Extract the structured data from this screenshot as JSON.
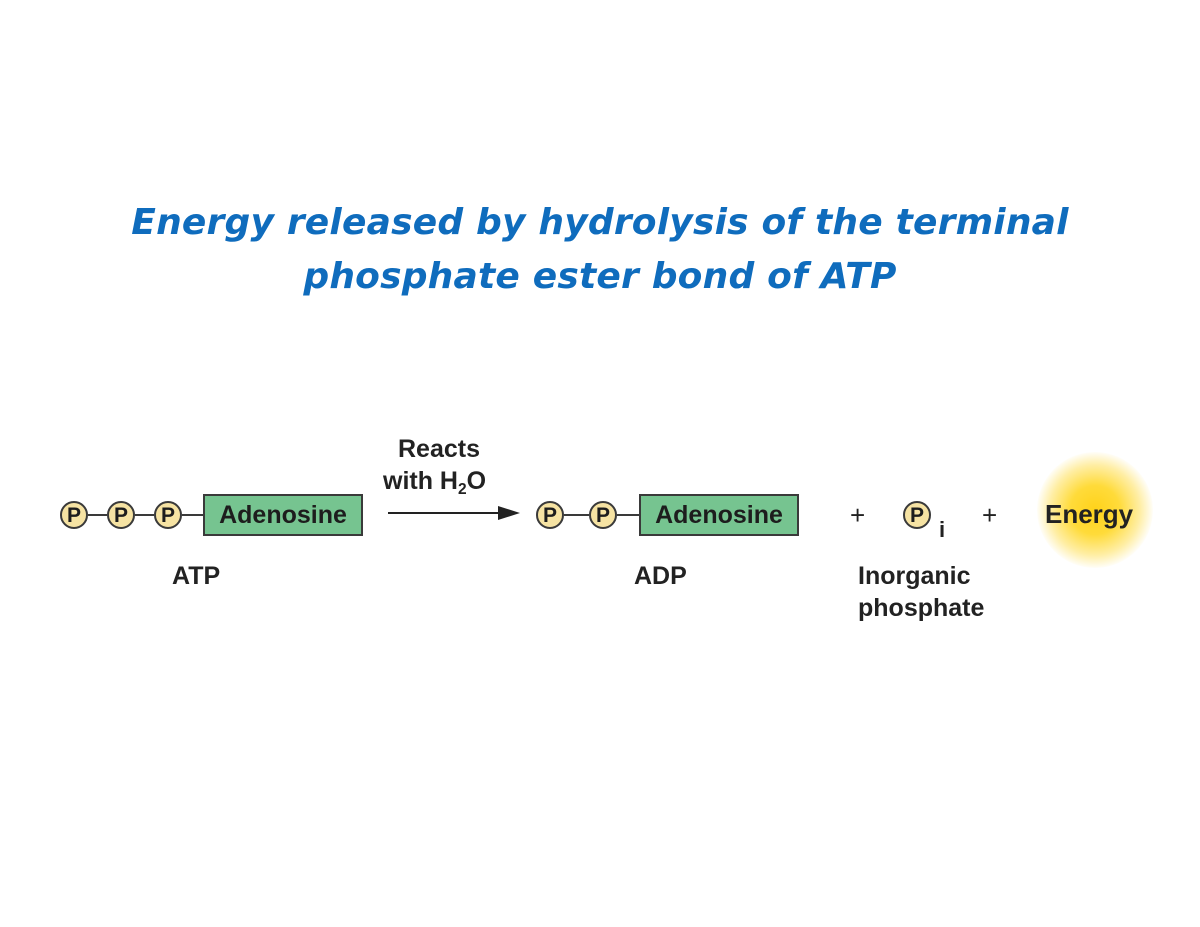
{
  "title": {
    "line1": "Energy released by hydrolysis of the terminal",
    "line2": "phosphate ester bond of ATP"
  },
  "reaction": {
    "atp": {
      "phosphates": [
        "P",
        "P",
        "P"
      ],
      "nucleoside": "Adenosine",
      "label": "ATP"
    },
    "arrow": {
      "line1": "Reacts",
      "line2_prefix": "with H",
      "line2_sub": "2",
      "line2_suffix": "O"
    },
    "adp": {
      "phosphates": [
        "P",
        "P"
      ],
      "nucleoside": "Adenosine",
      "label": "ADP"
    },
    "plus1": "+",
    "pi": {
      "symbol": "P",
      "subscript": "i",
      "label_line1": "Inorganic",
      "label_line2": "phosphate"
    },
    "plus2": "+",
    "energy": {
      "label": "Energy",
      "glow_color": "#ffd21a"
    }
  },
  "colors": {
    "title": "#0f6cbd",
    "phosphate_fill": "#f6e3a3",
    "adenosine_fill": "#76c490"
  }
}
